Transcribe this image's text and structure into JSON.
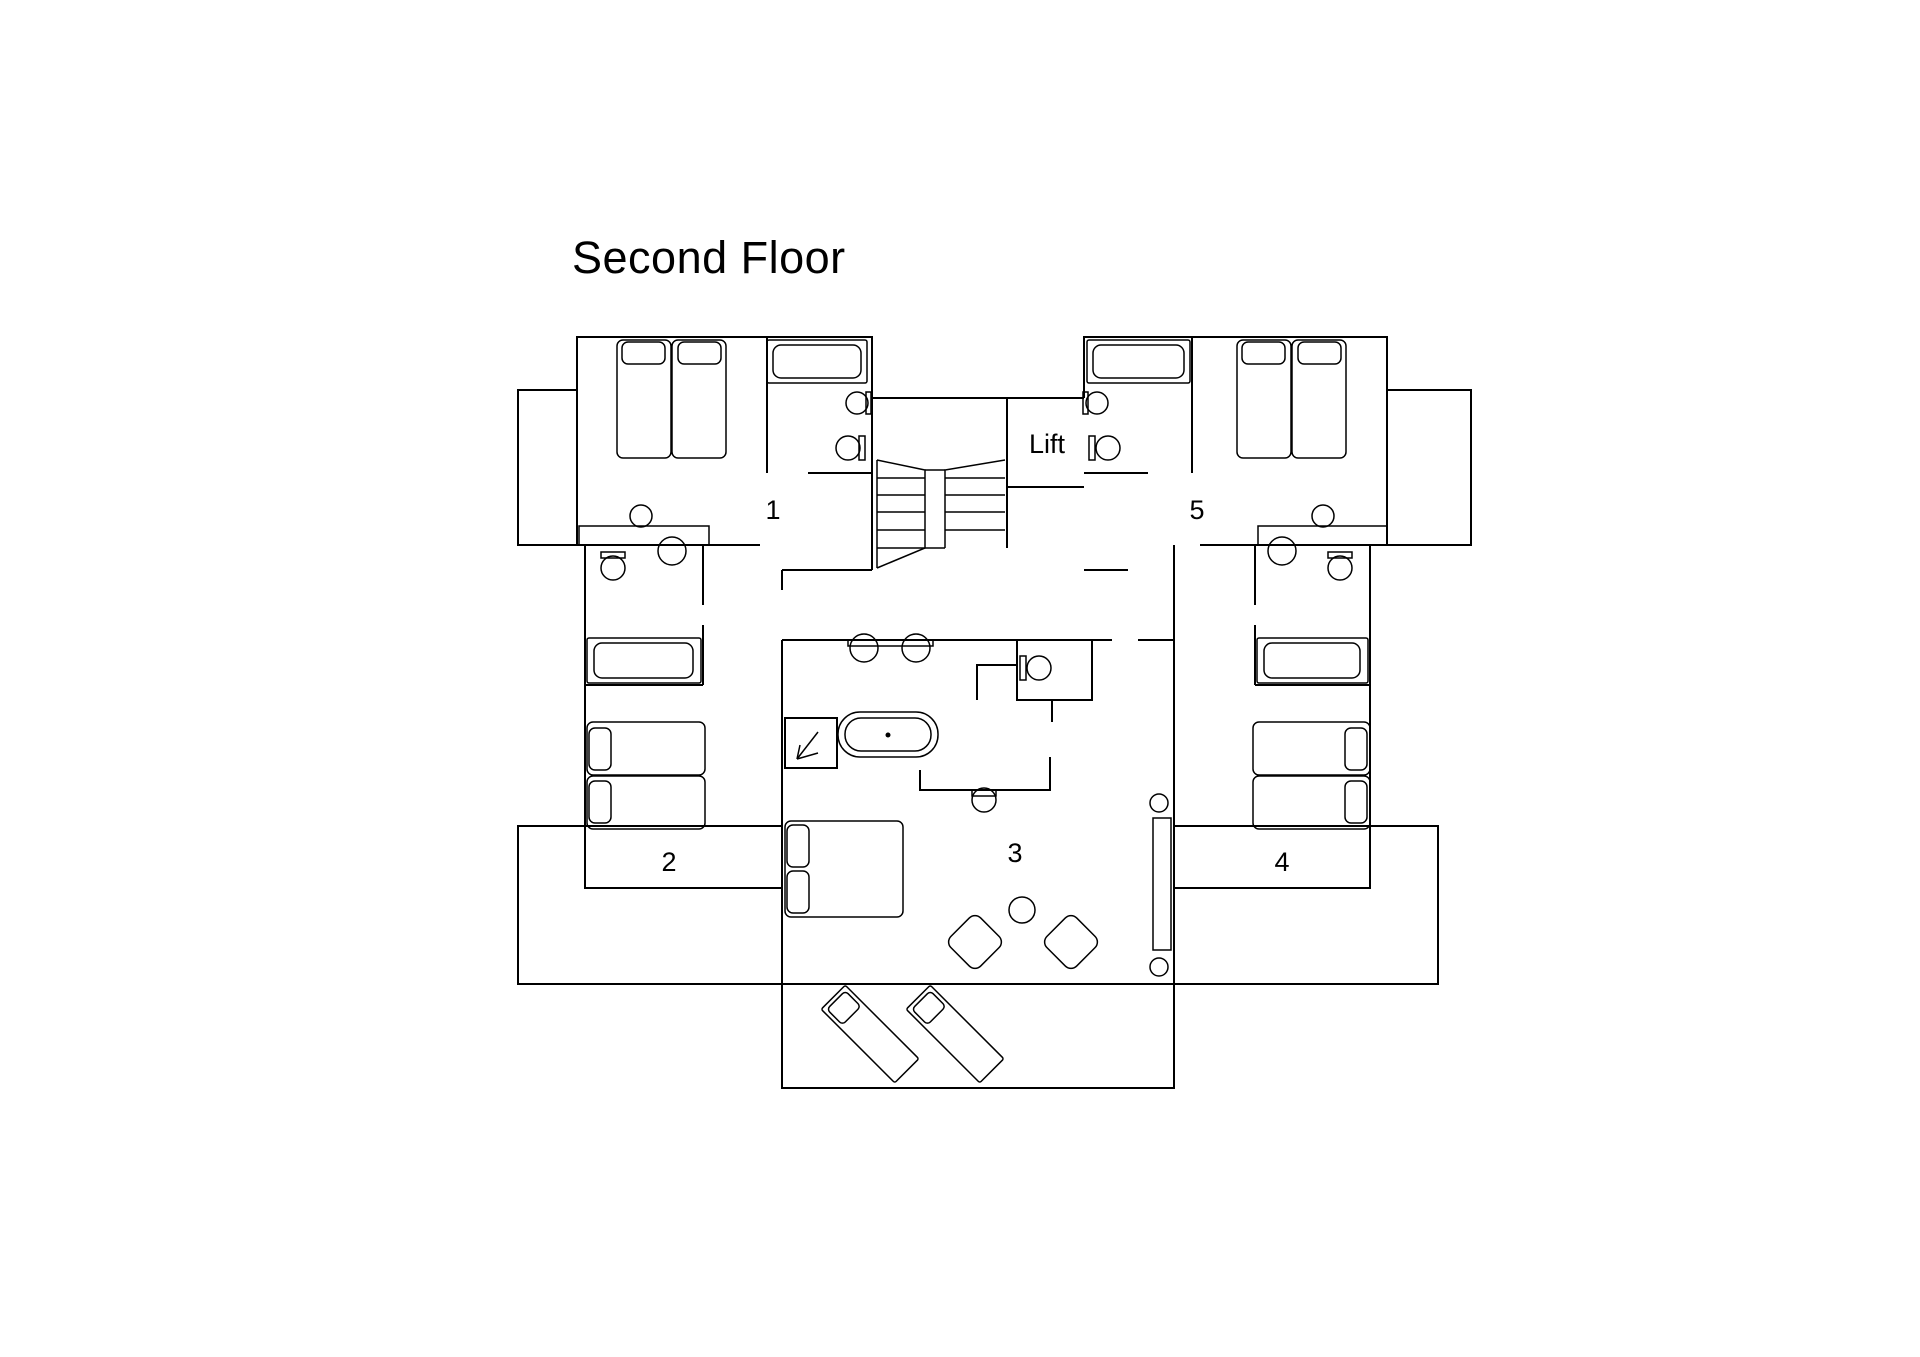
{
  "title": "Second Floor",
  "rooms": [
    {
      "id": "1",
      "label": "1"
    },
    {
      "id": "2",
      "label": "2"
    },
    {
      "id": "3",
      "label": "3"
    },
    {
      "id": "4",
      "label": "4"
    },
    {
      "id": "5",
      "label": "5"
    }
  ],
  "lift": {
    "label": "Lift"
  },
  "colors": {
    "line": "#000000",
    "background": "#ffffff"
  },
  "icons": [
    "bed-icon",
    "bathtub-icon",
    "toilet-icon",
    "sink-icon",
    "stair-icon",
    "lounger-icon",
    "armchair-icon",
    "wardrobe-icon"
  ]
}
